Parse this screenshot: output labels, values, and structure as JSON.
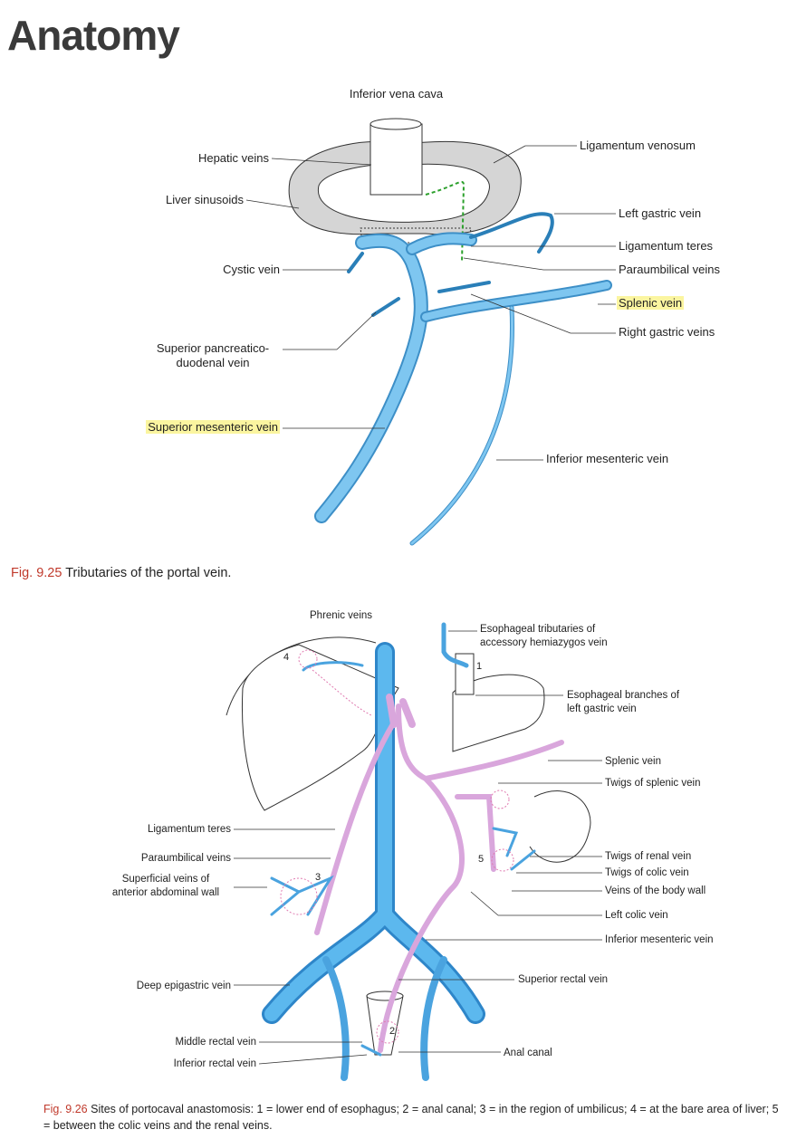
{
  "page": {
    "title": "Anatomy"
  },
  "fig1": {
    "labels": {
      "ivc": "Inferior vena cava",
      "hepatic_veins": "Hepatic veins",
      "liver_sinusoids": "Liver sinusoids",
      "cystic_vein": "Cystic vein",
      "sup_panc_1": "Superior pancreatico-",
      "sup_panc_2": "duodenal vein",
      "smv": "Superior mesenteric vein",
      "lig_venosum": "Ligamentum venosum",
      "left_gastric": "Left gastric vein",
      "lig_teres": "Ligamentum teres",
      "paraumbilical": "Paraumbilical veins",
      "splenic": "Splenic vein",
      "right_gastric": "Right gastric veins",
      "imv": "Inferior mesenteric vein"
    },
    "caption": {
      "number": "Fig. 9.25",
      "text": "Tributaries of the portal vein."
    }
  },
  "fig2": {
    "labels": {
      "phrenic": "Phrenic veins",
      "esoph_trib_1": "Esophageal tributaries of",
      "esoph_trib_2": "accessory hemiazygos vein",
      "esoph_br_1": "Esophageal branches of",
      "esoph_br_2": "left gastric vein",
      "splenic": "Splenic vein",
      "twigs_splenic": "Twigs of splenic vein",
      "twigs_renal": "Twigs of renal vein",
      "twigs_colic": "Twigs of colic vein",
      "body_wall": "Veins of the body wall",
      "left_colic": "Left colic vein",
      "imv": "Inferior mesenteric vein",
      "sup_rectal": "Superior rectal vein",
      "anal_canal": "Anal canal",
      "lig_teres": "Ligamentum teres",
      "paraumbilical": "Paraumbilical veins",
      "superficial_1": "Superficial veins of",
      "superficial_2": "anterior abdominal wall",
      "deep_epigastric": "Deep epigastric vein",
      "middle_rectal": "Middle rectal vein",
      "inferior_rectal": "Inferior rectal vein"
    },
    "site_numbers": [
      "1",
      "2",
      "3",
      "4",
      "5"
    ],
    "caption": {
      "number": "Fig. 9.26",
      "text": "Sites of portocaval anastomosis: 1 = lower end of esophagus; 2 = anal canal; 3 = in the region of umbilicus; 4 = at the bare area of liver; 5 = between the colic veins and the renal veins."
    }
  },
  "colors": {
    "vein_blue": "#4aa3df",
    "portal_pink": "#d9a6dc",
    "caption_red": "#c0392b",
    "highlight": "#fbf5a0"
  }
}
